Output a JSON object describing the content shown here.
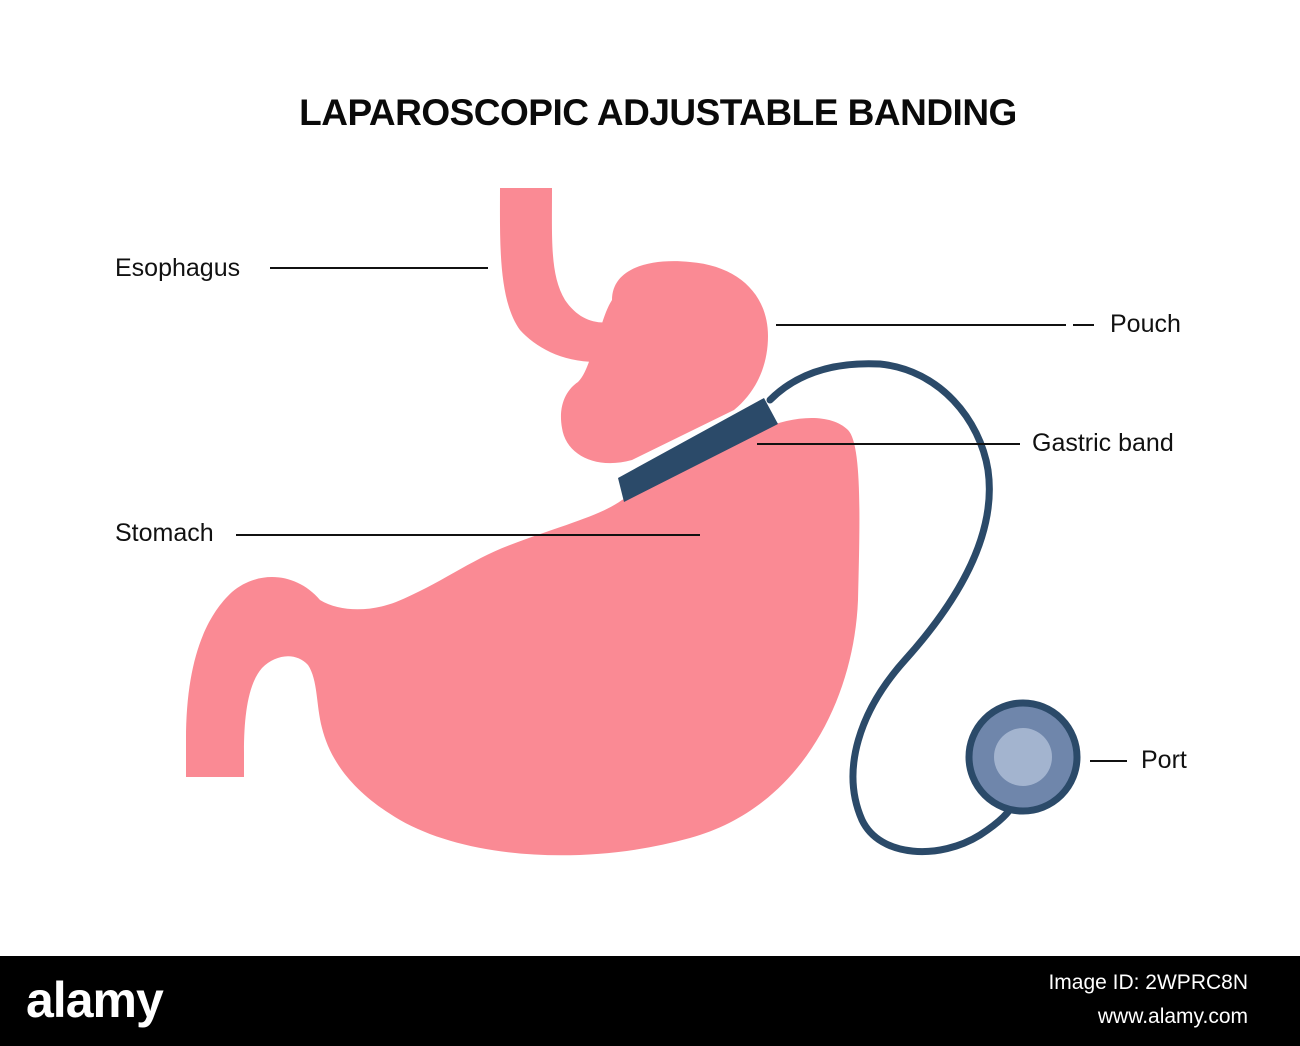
{
  "diagram": {
    "title": "LAPAROSCOPIC ADJUSTABLE BANDING",
    "labels": {
      "esophagus": "Esophagus",
      "pouch": "Pouch",
      "gastric_band": "Gastric band",
      "stomach": "Stomach",
      "port": "Port"
    },
    "colors": {
      "stomach": "#fa8a94",
      "band": "#2b4a69",
      "port_ring": "#6f86ab",
      "port_center": "#a3b4cf",
      "leader_line": "#111111"
    }
  },
  "footer": {
    "brand": "alamy",
    "image_id": "Image ID: 2WPRC8N",
    "site": "www.alamy.com"
  }
}
